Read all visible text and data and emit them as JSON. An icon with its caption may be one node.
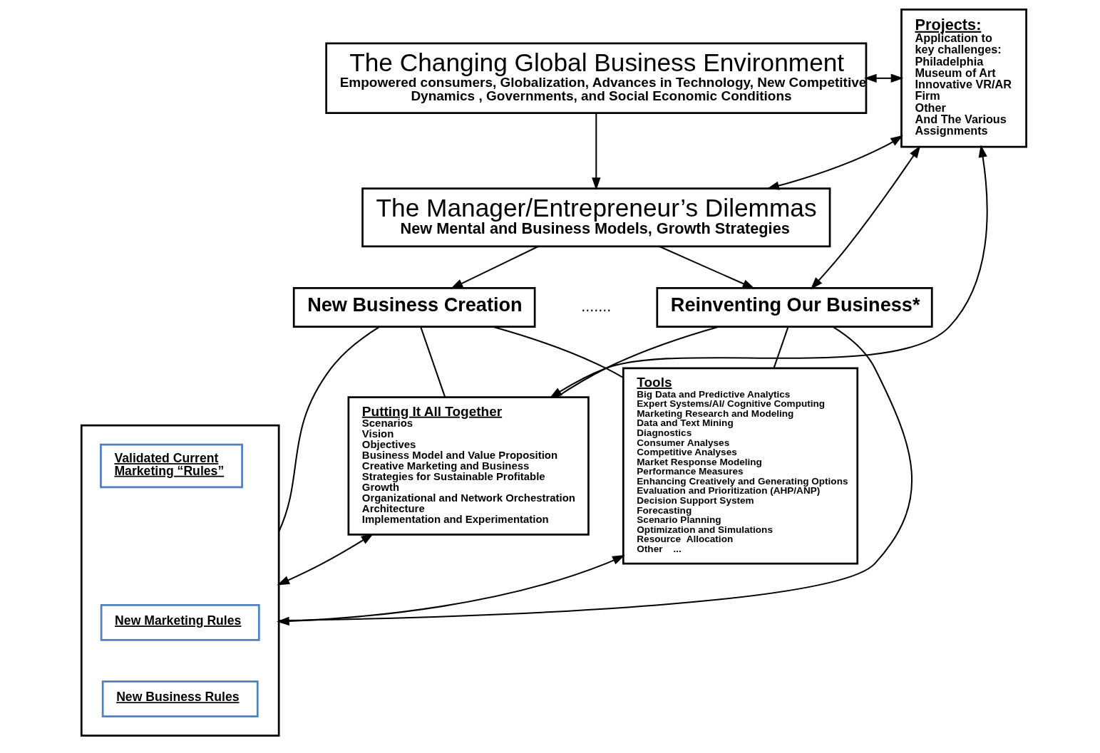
{
  "diagram": {
    "nodes": [
      {
        "text": [
          "The Changing Global Business Environment",
          "Empowered consumers, Globalization, Advances in Technology, New Competitive Dynamics , Governments, and Social Economic Conditions"
        ]
      },
      {
        "text": [
          "The Manager/Entrepreneur’s Dilemmas",
          "New Mental and Business Models, Growth Strategies"
        ]
      },
      {
        "text": [
          "New Business Creation"
        ]
      },
      {
        "text": [
          "Reinventing Our Business*"
        ]
      },
      {
        "text": [
          "Tools",
          "Big Data and Predictive Analytics",
          "Expert Systems/AI/ Cognitive Computing",
          "Marketing Research and Modeling",
          "Data and Text Mining",
          "Diagnostics",
          "Consumer Analyses",
          "Competitive Analyses",
          "Market Response Modeling",
          "Performance Measures",
          "Enhancing Creatively and Generating Options",
          "Evaluation and Prioritization (AHP/ANP)",
          "Decision Support System",
          "Forecasting",
          "Scenario Planning",
          "Optimization and Simulations",
          "Resource  Allocation",
          "Other    ..."
        ]
      },
      {
        "text": [],
        "shape": "box"
      },
      {
        "text": [
          "Validated Current Marketing “Rules”"
        ],
        "in": 5
      },
      {
        "text": [
          "New Marketing Rules"
        ],
        "in": 5
      },
      {
        "text": [
          "New Business Rules"
        ],
        "in": 5
      },
      {
        "text": [
          "Putting It All Together",
          "Scenarios",
          "Vision",
          "Objectives",
          "Business Model and Value Proposition",
          "Creative Marketing and Business Strategies for Sustainable Profitable Growth",
          "Organizational and Network Orchestration Architecture",
          "Implementation and Experimentation"
        ]
      },
      {
        "text": [
          "Projects:",
          "Application to key challenges:",
          "Philadelphia Museum of Art",
          "Innovative VR/AR Firm",
          "Other",
          "And The Various Assignments"
        ]
      }
    ],
    "edges": [
      {
        "from": 0,
        "to": 1,
        "arrow": "to"
      },
      {
        "from": 1,
        "to": 2,
        "arrow": "to"
      },
      {
        "from": 1,
        "to": 3,
        "arrow": "to"
      },
      {
        "from": 0,
        "to": 10,
        "arrow": "both"
      },
      {
        "from": 1,
        "to": 10,
        "arrow": "both"
      },
      {
        "from": 3,
        "to": 10,
        "arrow": "both"
      },
      {
        "from": 2,
        "to": 4,
        "arrow": "none"
      },
      {
        "from": 2,
        "to": 5,
        "arrow": "none"
      },
      {
        "from": 2,
        "to": 9,
        "arrow": "none"
      },
      {
        "from": 3,
        "to": 4,
        "arrow": "none"
      },
      {
        "from": 3,
        "to": 5,
        "arrow": "none"
      },
      {
        "from": 3,
        "to": 9,
        "arrow": "none"
      },
      {
        "from": 4,
        "to": 5,
        "arrow": "both"
      },
      {
        "from": 5,
        "to": 9,
        "arrow": "both"
      },
      {
        "from": 9,
        "to": 10,
        "arrow": "both"
      }
    ],
    "labels": [
      "......."
    ]
  }
}
